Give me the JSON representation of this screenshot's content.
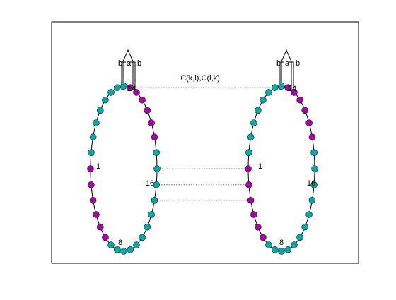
{
  "figure": {
    "link_label": "C(k,l),C(l,k)",
    "rings": [
      {
        "id": "left",
        "tick_labels": [
          "24",
          "1",
          "16",
          "8"
        ],
        "arrow_labels": [
          "b",
          "a",
          "b"
        ],
        "highlighted_nodes": [
          19,
          20,
          21,
          22,
          23,
          24,
          1,
          2,
          3,
          4,
          5,
          6
        ]
      },
      {
        "id": "right",
        "tick_labels": [
          "24",
          "1",
          "16",
          "8"
        ],
        "arrow_labels": [
          "b",
          "a",
          "b"
        ],
        "highlighted_nodes": [
          19,
          20,
          21,
          22,
          23,
          24,
          1,
          2,
          3,
          4,
          5,
          6
        ]
      }
    ],
    "node_count": 32,
    "colors": {
      "node": "#00aaaa",
      "highlight": "#aa00aa",
      "link": "#555555",
      "frame": "#000000"
    }
  }
}
